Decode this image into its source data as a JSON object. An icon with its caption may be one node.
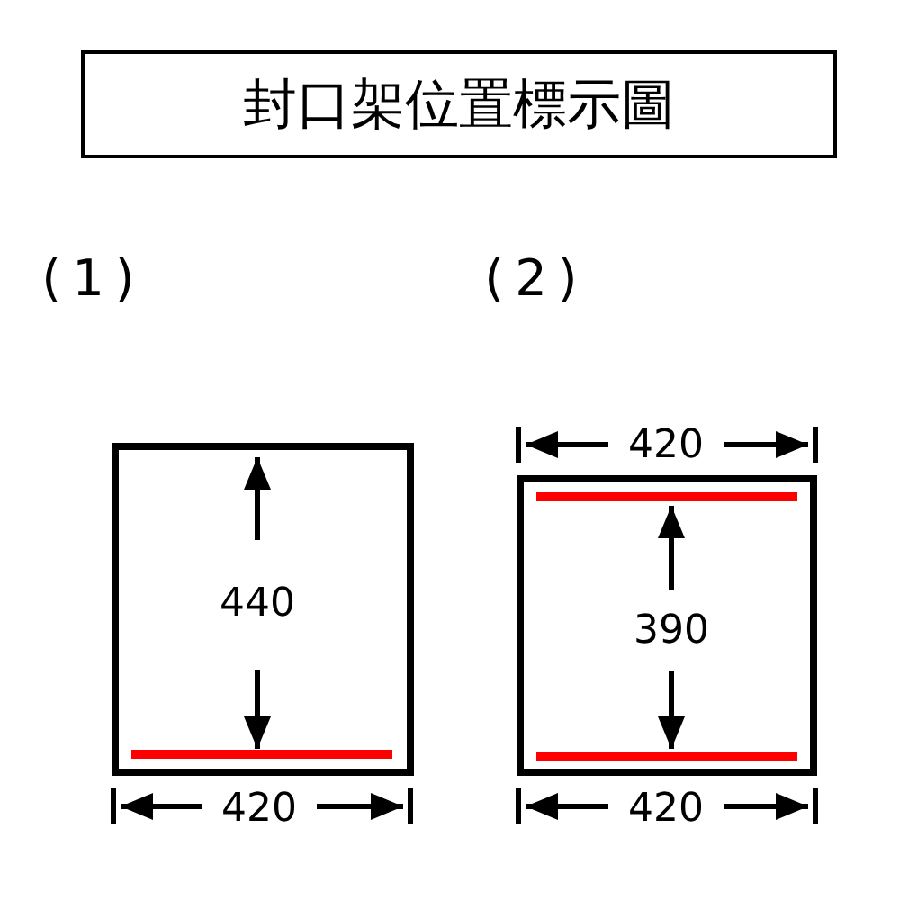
{
  "diagram": {
    "title": "封口架位置標示圖",
    "labels": [
      "(1)",
      "(2)",
      "420",
      "440",
      "390",
      "420",
      "420"
    ]
  }
}
